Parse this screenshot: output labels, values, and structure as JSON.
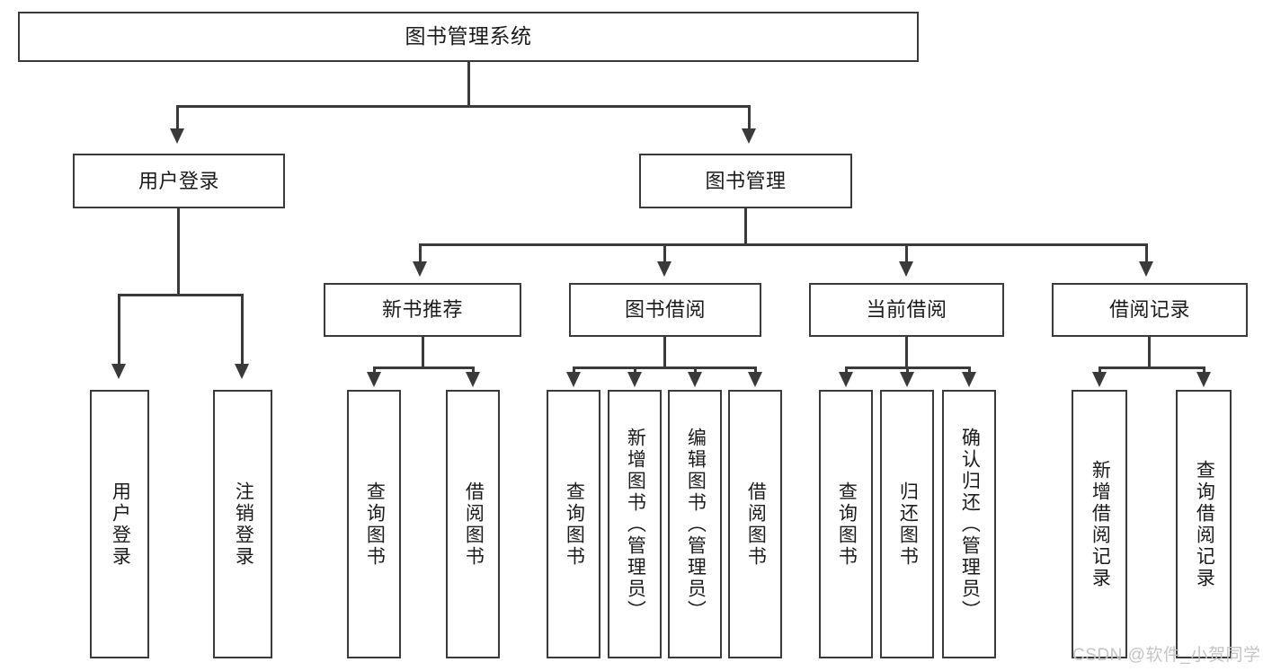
{
  "diagram": {
    "title": "图书管理系统",
    "type": "hierarchy-tree",
    "colors": {
      "stroke": "#3a3a3a",
      "text": "#1b1b1b",
      "background": "#ffffff",
      "watermark": "#c4c4c4"
    },
    "levels": {
      "root": {
        "label": "图书管理系统"
      },
      "level2": [
        {
          "label": "用户登录"
        },
        {
          "label": "图书管理"
        }
      ],
      "level3": [
        {
          "label": "新书推荐"
        },
        {
          "label": "图书借阅"
        },
        {
          "label": "当前借阅"
        },
        {
          "label": "借阅记录"
        }
      ],
      "leaves": {
        "user_login": [
          {
            "label": "用户登录"
          },
          {
            "label": "注销登录"
          }
        ],
        "new_book_recommend": [
          {
            "label": "查询图书"
          },
          {
            "label": "借阅图书"
          }
        ],
        "book_borrow": [
          {
            "label": "查询图书"
          },
          {
            "label": "新增图书（管理员）"
          },
          {
            "label": "编辑图书（管理员）"
          },
          {
            "label": "借阅图书"
          }
        ],
        "current_borrow": [
          {
            "label": "查询图书"
          },
          {
            "label": "归还图书"
          },
          {
            "label": "确认归还（管理员）"
          }
        ],
        "borrow_record": [
          {
            "label": "新增借阅记录"
          },
          {
            "label": "查询借阅记录"
          }
        ]
      }
    }
  },
  "watermark": {
    "text": "CSDN @软件_小贺同学"
  }
}
